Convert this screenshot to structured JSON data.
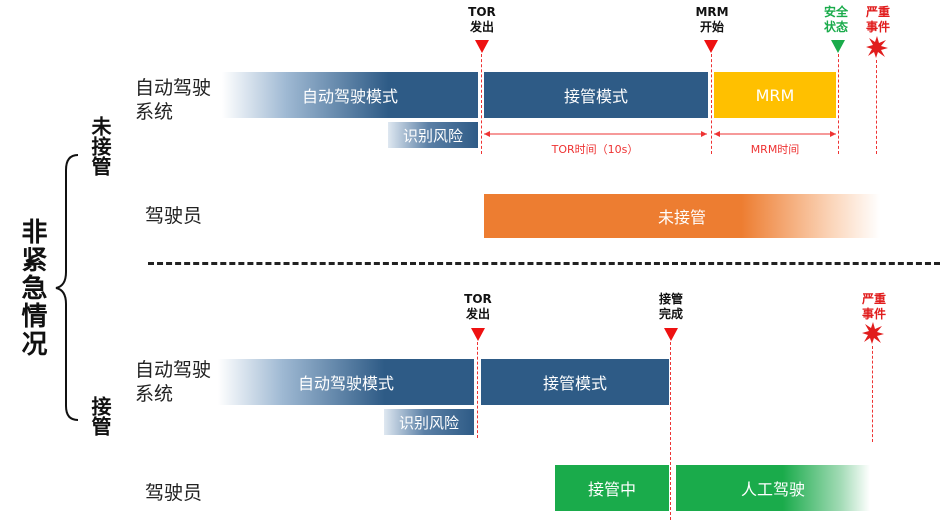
{
  "left_title": "非紧急情况",
  "section_top": {
    "label": "未接管"
  },
  "section_bottom": {
    "label": "接管"
  },
  "row_labels": {
    "system_line1": "自动驾驶",
    "system_line2": "系统",
    "driver": "驾驶员"
  },
  "top": {
    "marker_tor": "TOR\n发出",
    "marker_mrm": "MRM\n开始",
    "marker_safe": "安全\n状态",
    "marker_event": "严重\n事件",
    "bar_auto": "自动驾驶模式",
    "bar_takeover": "接管模式",
    "bar_mrm": "MRM",
    "bar_risk": "识别风险",
    "span_tor": "TOR时间（10s）",
    "span_mrm": "MRM时间",
    "bar_driver": "未接管"
  },
  "bottom": {
    "marker_tor": "TOR\n发出",
    "marker_done": "接管\n完成",
    "marker_event": "严重\n事件",
    "bar_auto": "自动驾驶模式",
    "bar_takeover": "接管模式",
    "bar_risk": "识别风险",
    "bar_taking": "接管中",
    "bar_manual": "人工驾驶"
  },
  "colors": {
    "blue_dark": "#2e5b86",
    "orange": "#ed7d31",
    "gold": "#ffc000",
    "green": "#1aab4b",
    "red": "#e11d1d",
    "safe_green": "#1aab4b"
  }
}
